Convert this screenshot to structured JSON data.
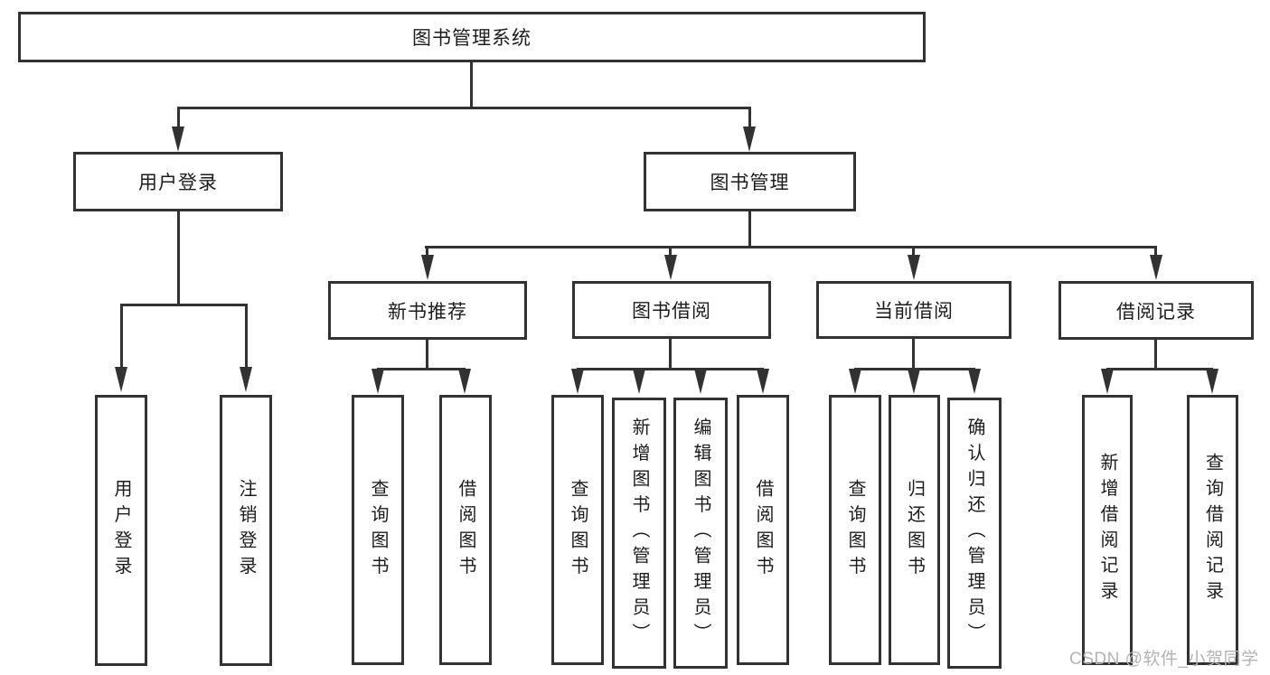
{
  "watermark": "CSDN @软件_小贺同学",
  "nodes": {
    "root": "图书管理系统",
    "user_login": "用户登录",
    "book_mgmt": "图书管理",
    "login_children": [
      "用户登录",
      "注销登录"
    ],
    "mgmt_children": [
      "新书推荐",
      "图书借阅",
      "当前借阅",
      "借阅记录"
    ],
    "recommend_children": [
      "查询图书",
      "借阅图书"
    ],
    "borrow_children": [
      "查询图书",
      "新增图书（管理员）",
      "编辑图书（管理员）",
      "借阅图书"
    ],
    "current_children": [
      "查询图书",
      "归还图书",
      "确认归还（管理员）"
    ],
    "record_children": [
      "新增借阅记录",
      "查询借阅记录"
    ]
  }
}
